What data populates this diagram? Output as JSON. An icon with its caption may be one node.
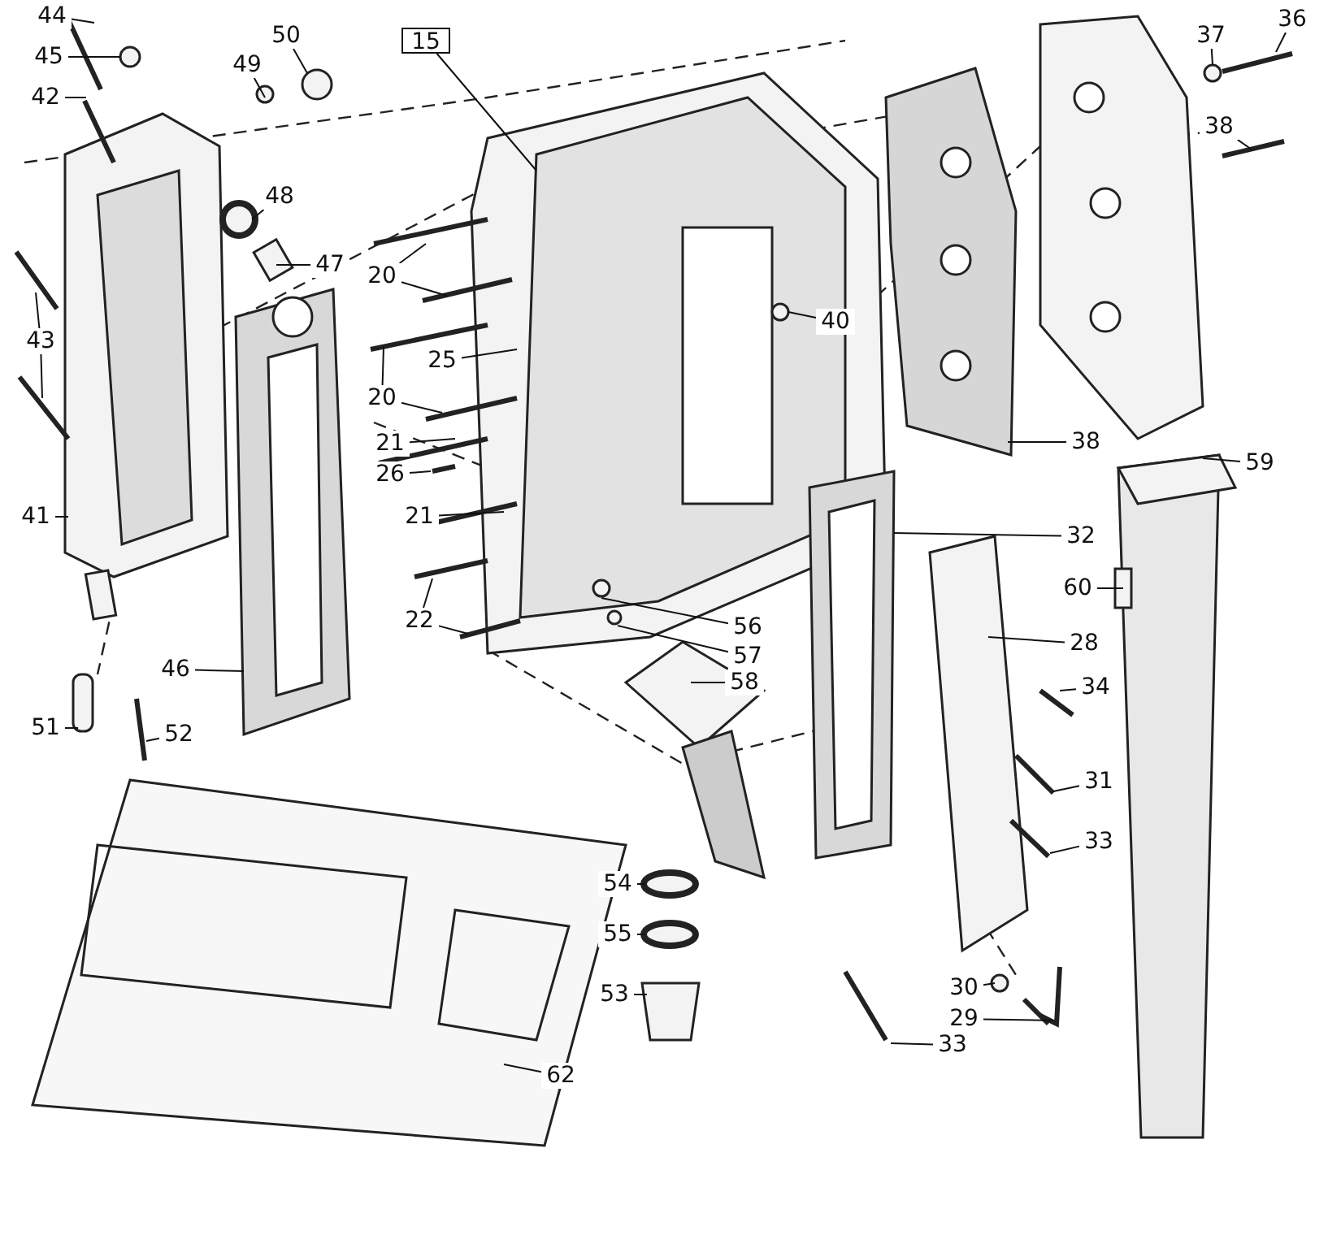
{
  "diagram": {
    "nodes": [
      {
        "text": [
          "44"
        ]
      },
      {
        "text": [
          "15"
        ]
      },
      {
        "text": [
          "45"
        ]
      },
      {
        "text": [
          "49"
        ]
      },
      {
        "text": [
          "50"
        ]
      },
      {
        "text": [
          "37"
        ]
      },
      {
        "text": [
          "36"
        ]
      },
      {
        "text": [
          "42"
        ]
      },
      {
        "text": [
          "38"
        ]
      },
      {
        "text": [
          "48"
        ]
      },
      {
        "text": [
          "47"
        ]
      },
      {
        "text": [
          "20"
        ]
      },
      {
        "text": [
          "40"
        ]
      },
      {
        "text": [
          "43"
        ]
      },
      {
        "text": [
          "25"
        ]
      },
      {
        "text": [
          "20"
        ]
      },
      {
        "text": [
          "21"
        ]
      },
      {
        "text": [
          "38"
        ]
      },
      {
        "text": [
          "59"
        ]
      },
      {
        "text": [
          "26"
        ]
      },
      {
        "text": [
          "21"
        ]
      },
      {
        "text": [
          "41"
        ]
      },
      {
        "text": [
          "32"
        ]
      },
      {
        "text": [
          "60"
        ]
      },
      {
        "text": [
          "22"
        ]
      },
      {
        "text": [
          "56"
        ]
      },
      {
        "text": [
          "57"
        ]
      },
      {
        "text": [
          "28"
        ]
      },
      {
        "text": [
          "58"
        ]
      },
      {
        "text": [
          "46"
        ]
      },
      {
        "text": [
          "34"
        ]
      },
      {
        "text": [
          "51"
        ]
      },
      {
        "text": [
          "52"
        ]
      },
      {
        "text": [
          "31"
        ]
      },
      {
        "text": [
          "33"
        ]
      },
      {
        "text": [
          "54"
        ]
      },
      {
        "text": [
          "55"
        ]
      },
      {
        "text": [
          "53"
        ]
      },
      {
        "text": [
          "30"
        ]
      },
      {
        "text": [
          "29"
        ]
      },
      {
        "text": [
          "33"
        ]
      },
      {
        "text": [
          "62"
        ]
      }
    ],
    "edges": [
      {
        "from": 0,
        "to": null,
        "arrow": "none"
      },
      {
        "from": 1,
        "to": null,
        "arrow": "none"
      },
      {
        "from": 2,
        "to": null,
        "arrow": "none"
      },
      {
        "from": 3,
        "to": null,
        "arrow": "none"
      },
      {
        "from": 4,
        "to": null,
        "arrow": "none"
      },
      {
        "from": 5,
        "to": null,
        "arrow": "none"
      },
      {
        "from": 6,
        "to": null,
        "arrow": "none"
      },
      {
        "from": 7,
        "to": null,
        "arrow": "none"
      },
      {
        "from": 8,
        "to": null,
        "arrow": "none"
      },
      {
        "from": 9,
        "to": null,
        "arrow": "none"
      },
      {
        "from": 10,
        "to": null,
        "arrow": "none"
      },
      {
        "from": 11,
        "to": null,
        "arrow": "none"
      },
      {
        "from": 11,
        "to": null,
        "arrow": "none"
      },
      {
        "from": 12,
        "to": null,
        "arrow": "none"
      },
      {
        "from": 13,
        "to": null,
        "arrow": "none"
      },
      {
        "from": 13,
        "to": null,
        "arrow": "none"
      },
      {
        "from": 14,
        "to": null,
        "arrow": "none"
      },
      {
        "from": 15,
        "to": null,
        "arrow": "none"
      },
      {
        "from": 15,
        "to": null,
        "arrow": "none"
      },
      {
        "from": 16,
        "to": null,
        "arrow": "none"
      },
      {
        "from": 17,
        "to": null,
        "arrow": "none"
      },
      {
        "from": 18,
        "to": null,
        "arrow": "none"
      },
      {
        "from": 19,
        "to": null,
        "arrow": "none"
      },
      {
        "from": 20,
        "to": null,
        "arrow": "none"
      },
      {
        "from": 21,
        "to": null,
        "arrow": "none"
      },
      {
        "from": 22,
        "to": null,
        "arrow": "none"
      },
      {
        "from": 23,
        "to": null,
        "arrow": "none"
      },
      {
        "from": 24,
        "to": null,
        "arrow": "none"
      },
      {
        "from": 24,
        "to": null,
        "arrow": "none"
      },
      {
        "from": 25,
        "to": null,
        "arrow": "none"
      },
      {
        "from": 26,
        "to": null,
        "arrow": "none"
      },
      {
        "from": 27,
        "to": null,
        "arrow": "none"
      },
      {
        "from": 28,
        "to": null,
        "arrow": "none"
      },
      {
        "from": 29,
        "to": null,
        "arrow": "none"
      },
      {
        "from": 30,
        "to": null,
        "arrow": "none"
      },
      {
        "from": 31,
        "to": null,
        "arrow": "none"
      },
      {
        "from": 32,
        "to": null,
        "arrow": "none"
      },
      {
        "from": 33,
        "to": null,
        "arrow": "none"
      },
      {
        "from": 34,
        "to": null,
        "arrow": "none"
      },
      {
        "from": 35,
        "to": null,
        "arrow": "none"
      },
      {
        "from": 36,
        "to": null,
        "arrow": "none"
      },
      {
        "from": 37,
        "to": null,
        "arrow": "none"
      },
      {
        "from": 38,
        "to": null,
        "arrow": "none"
      },
      {
        "from": 39,
        "to": null,
        "arrow": "none"
      },
      {
        "from": 40,
        "to": null,
        "arrow": "none"
      },
      {
        "from": 41,
        "to": null,
        "arrow": "none"
      }
    ]
  }
}
